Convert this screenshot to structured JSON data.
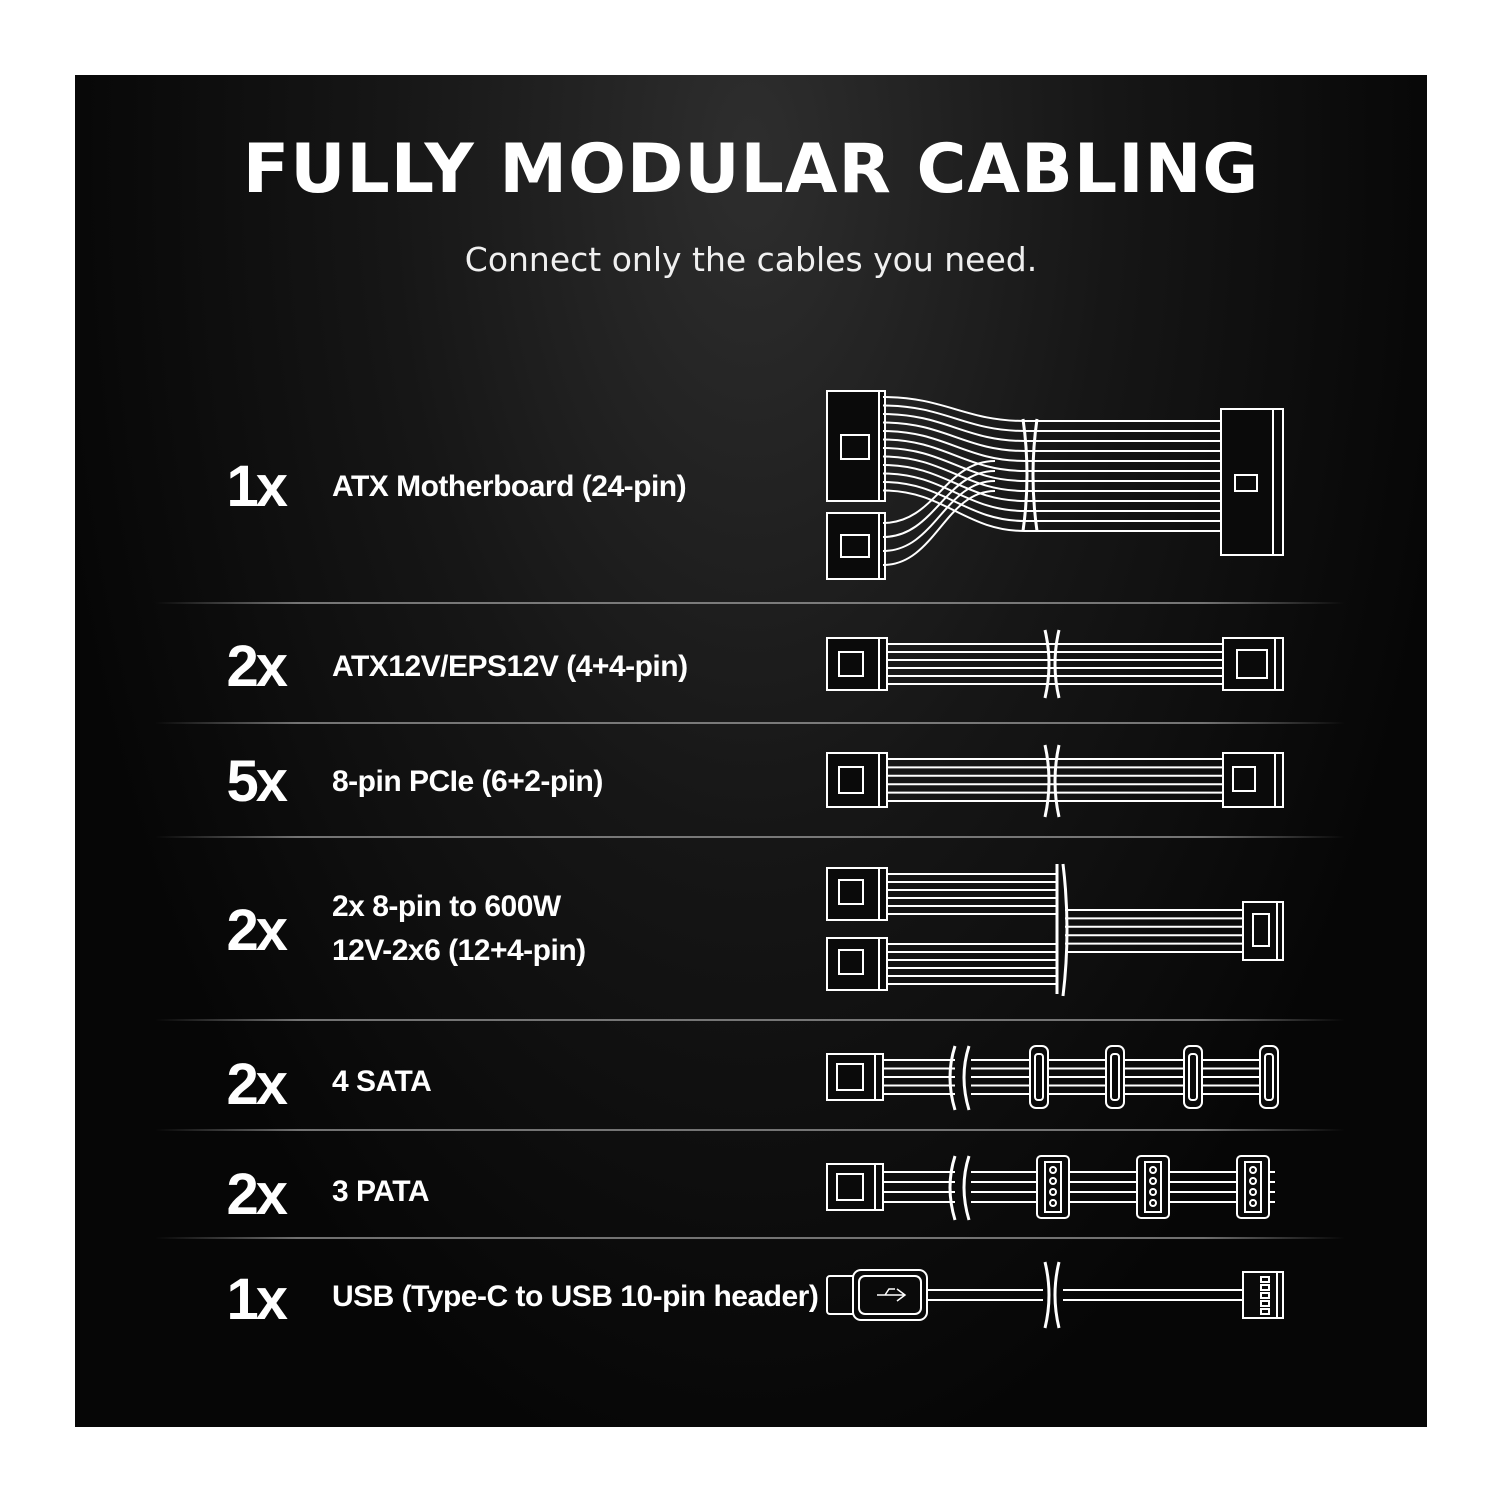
{
  "title": "FULLY MODULAR CABLING",
  "subtitle": "Connect only the cables you need.",
  "rows": [
    {
      "qty": "1x",
      "label": "ATX Motherboard (24-pin)",
      "icon": "atx-24pin-cable-icon"
    },
    {
      "qty": "2x",
      "label": "ATX12V/EPS12V (4+4-pin)",
      "icon": "eps-cable-icon"
    },
    {
      "qty": "5x",
      "label": "8-pin PCIe (6+2-pin)",
      "icon": "pcie-cable-icon"
    },
    {
      "qty": "2x",
      "label_line1": "2x 8-pin to 600W",
      "label_line2": "12V-2x6 (12+4-pin)",
      "icon": "12v-2x6-cable-icon"
    },
    {
      "qty": "2x",
      "label": "4 SATA",
      "icon": "sata-cable-icon"
    },
    {
      "qty": "2x",
      "label": "3 PATA",
      "icon": "pata-cable-icon"
    },
    {
      "qty": "1x",
      "label": "USB (Type-C to USB 10-pin header)",
      "icon": "usb-cable-icon"
    }
  ],
  "colors": {
    "background": "#0a0a0a",
    "text": "#ffffff",
    "divider": "#8c8c8c"
  }
}
